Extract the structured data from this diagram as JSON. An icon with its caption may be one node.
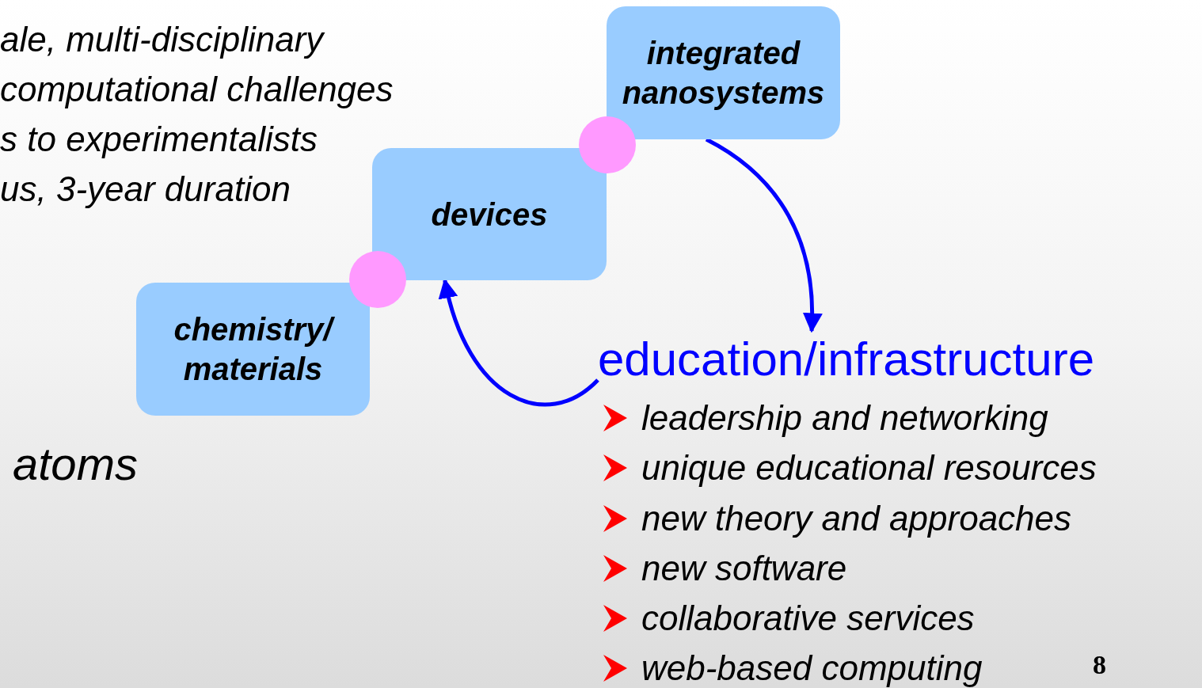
{
  "diagram": {
    "nodes": [
      {
        "text": [
          "integrated nanosystems"
        ]
      },
      {
        "text": [
          "devices"
        ]
      },
      {
        "text": [
          "chemistry/ materials"
        ]
      },
      {
        "text": [],
        "shape": "circle"
      },
      {
        "text": [],
        "shape": "circle"
      },
      {
        "text": [
          "education/infrastructure"
        ]
      }
    ],
    "edges": [
      {
        "from": 0,
        "to": 5,
        "arrow": "to"
      },
      {
        "from": 5,
        "to": 1,
        "arrow": "to"
      }
    ],
    "labels": [
      "ale, multi-disciplinary",
      "computational challenges",
      "s to experimentalists",
      "us, 3-year duration",
      "atoms",
      "leadership and networking",
      "unique educational resources",
      "new theory and approaches",
      "new software",
      "collaborative services",
      "web-based computing",
      "8"
    ]
  }
}
